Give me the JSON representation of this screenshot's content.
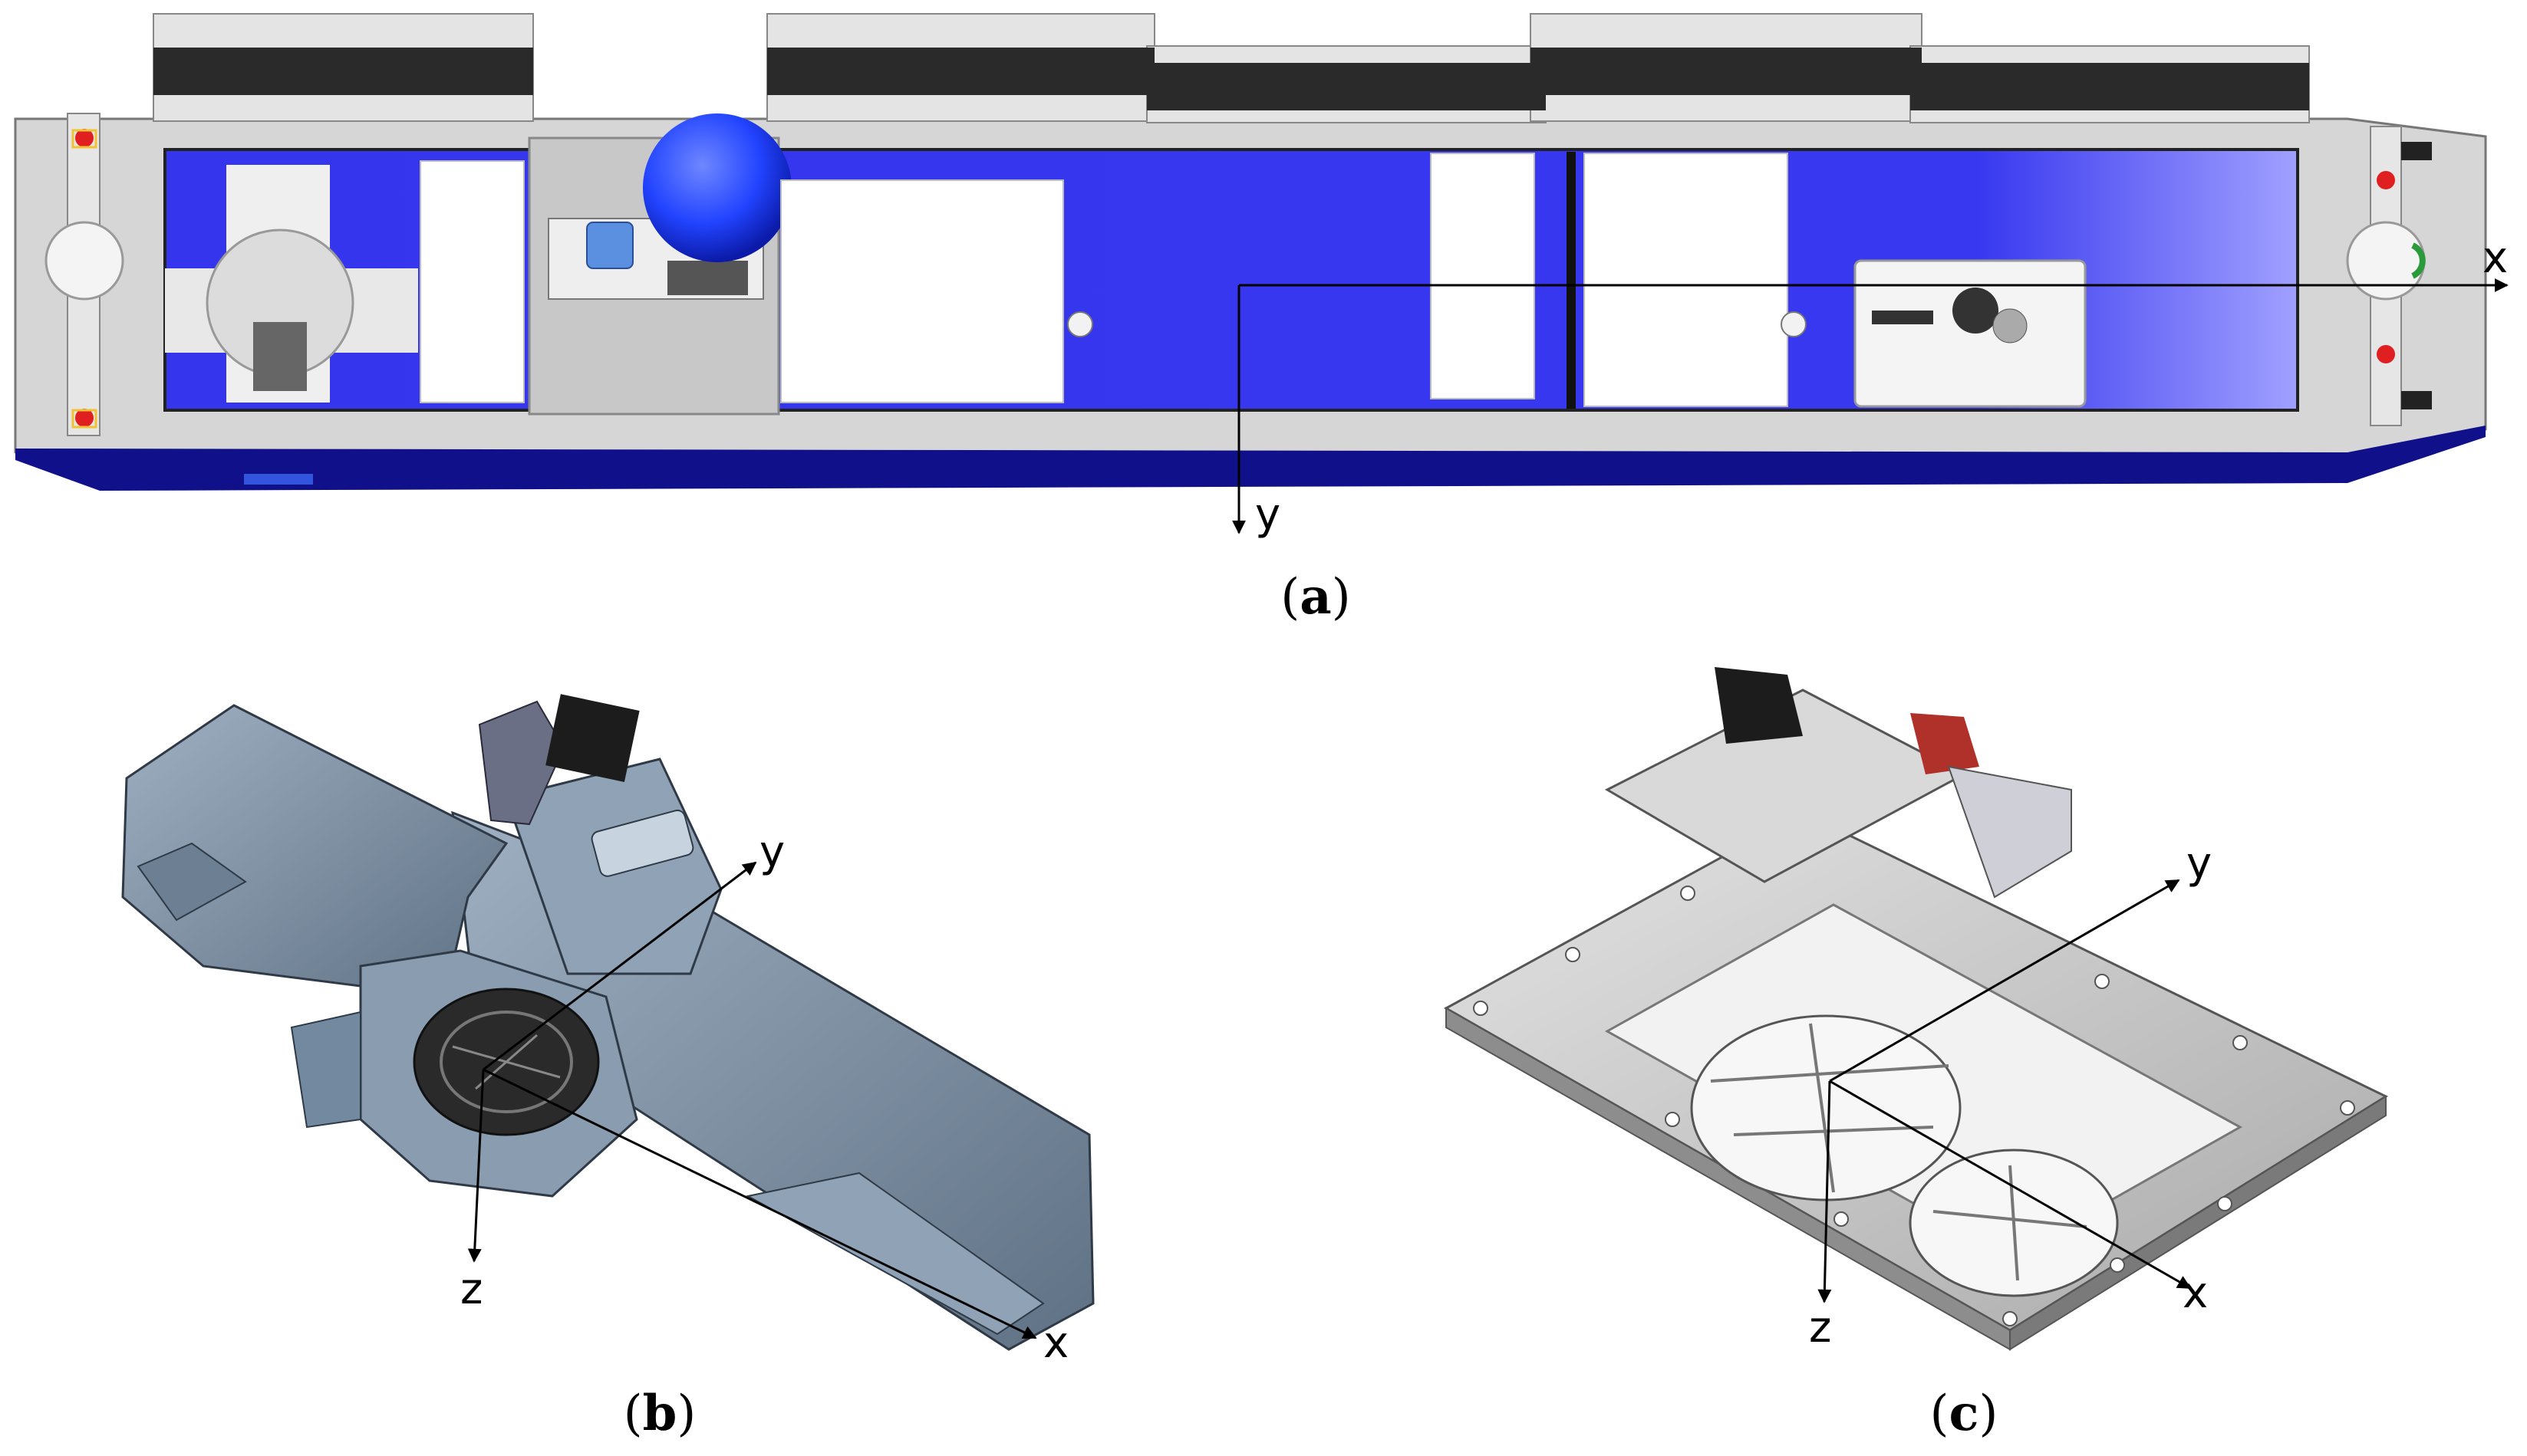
{
  "colors": {
    "background": "#ffffff",
    "hull_gray": "#d6d6d6",
    "hull_dark": "#2a2a2a",
    "bay_blue": "#3333ee",
    "bay_blue_light": "#6666ff",
    "hull_navy": "#10108a",
    "sphere_blue": "#2244ff",
    "part_b_steel": "#7f93a8",
    "part_b_dark": "#4a5a6c",
    "part_c_silver": "#c9c9c9",
    "part_c_dark": "#6e6e6e",
    "marker_red": "#e02020",
    "marker_yellow": "#f2c230"
  },
  "panel_a": {
    "caption_open": "(",
    "caption_letter": "a",
    "caption_close": ")",
    "axes": {
      "x_label": "x",
      "y_label": "y"
    }
  },
  "panel_b": {
    "caption_open": "(",
    "caption_letter": "b",
    "caption_close": ")",
    "axes": {
      "x_label": "x",
      "y_label": "y",
      "z_label": "z"
    }
  },
  "panel_c": {
    "caption_open": "(",
    "caption_letter": "c",
    "caption_close": ")",
    "axes": {
      "x_label": "x",
      "y_label": "y",
      "z_label": "z"
    }
  }
}
